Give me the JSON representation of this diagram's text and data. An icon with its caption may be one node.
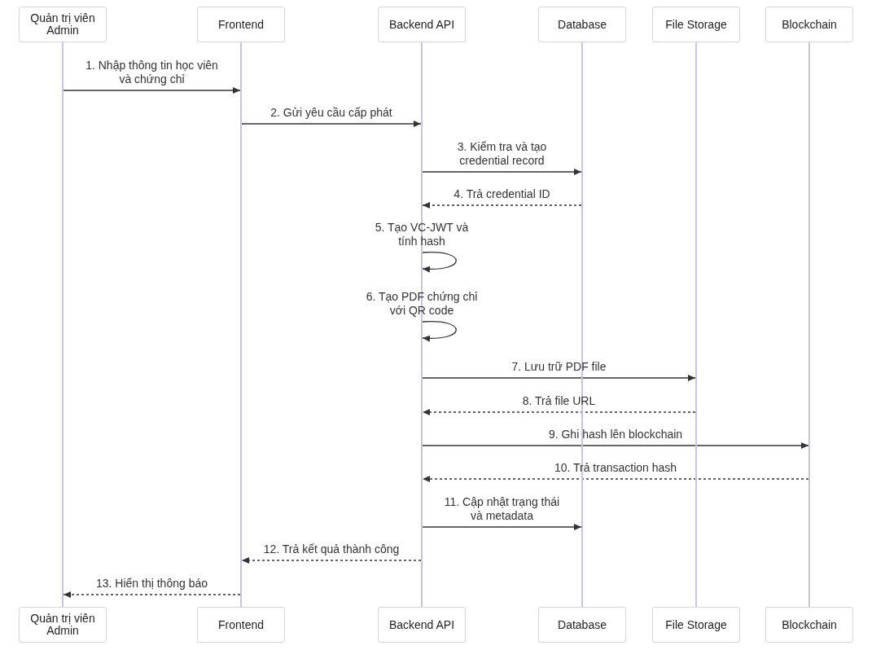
{
  "diagram": {
    "nodes": [
      {
        "text": [
          "Quản trị viên Admin"
        ]
      },
      {
        "text": [
          "Frontend"
        ]
      },
      {
        "text": [
          "Backend API"
        ]
      },
      {
        "text": [
          "Database"
        ]
      },
      {
        "text": [
          "File Storage"
        ]
      },
      {
        "text": [
          "Blockchain"
        ]
      },
      {
        "text": [],
        "shape": "line"
      },
      {
        "text": [],
        "shape": "line"
      },
      {
        "text": [],
        "shape": "line"
      },
      {
        "text": [],
        "shape": "line"
      },
      {
        "text": [],
        "shape": "line"
      },
      {
        "text": [],
        "shape": "line"
      },
      {
        "text": [
          "Quản trị viên Admin"
        ]
      },
      {
        "text": [
          "Frontend"
        ]
      },
      {
        "text": [
          "Backend API"
        ]
      },
      {
        "text": [
          "Database"
        ]
      },
      {
        "text": [
          "File Storage"
        ]
      },
      {
        "text": [
          "Blockchain"
        ]
      }
    ],
    "edges": [
      {
        "from": 6,
        "to": 7,
        "arrow": "to",
        "label": "1. Nhập thông tin học viên và chứng chỉ"
      },
      {
        "from": 7,
        "to": 8,
        "arrow": "to",
        "label": "2. Gửi yêu cầu cấp phát"
      },
      {
        "from": 8,
        "to": 9,
        "arrow": "to",
        "label": "3. Kiểm tra và tạo credential record"
      },
      {
        "from": 9,
        "to": 8,
        "arrow": "to",
        "label": "4. Trả credential ID",
        "style": "dashed"
      },
      {
        "from": 8,
        "to": 8,
        "arrow": "to",
        "label": "5. Tạo VC-JWT và tính hash"
      },
      {
        "from": 8,
        "to": 8,
        "arrow": "to",
        "label": "6. Tạo PDF chứng chỉ với QR code"
      },
      {
        "from": 8,
        "to": 10,
        "arrow": "to",
        "label": "7. Lưu trữ PDF file"
      },
      {
        "from": 10,
        "to": 8,
        "arrow": "to",
        "label": "8. Trả file URL",
        "style": "dashed"
      },
      {
        "from": 8,
        "to": 11,
        "arrow": "to",
        "label": "9. Ghi hash lên blockchain"
      },
      {
        "from": 11,
        "to": 8,
        "arrow": "to",
        "label": "10. Trả transaction hash",
        "style": "dashed"
      },
      {
        "from": 8,
        "to": 9,
        "arrow": "to",
        "label": "11. Cập nhật trạng thái và metadata"
      },
      {
        "from": 8,
        "to": 7,
        "arrow": "to",
        "label": "12. Trả kết quả thành công",
        "style": "dashed"
      },
      {
        "from": 7,
        "to": 6,
        "arrow": "to",
        "label": "13. Hiển thị thông báo",
        "style": "dashed"
      }
    ]
  }
}
